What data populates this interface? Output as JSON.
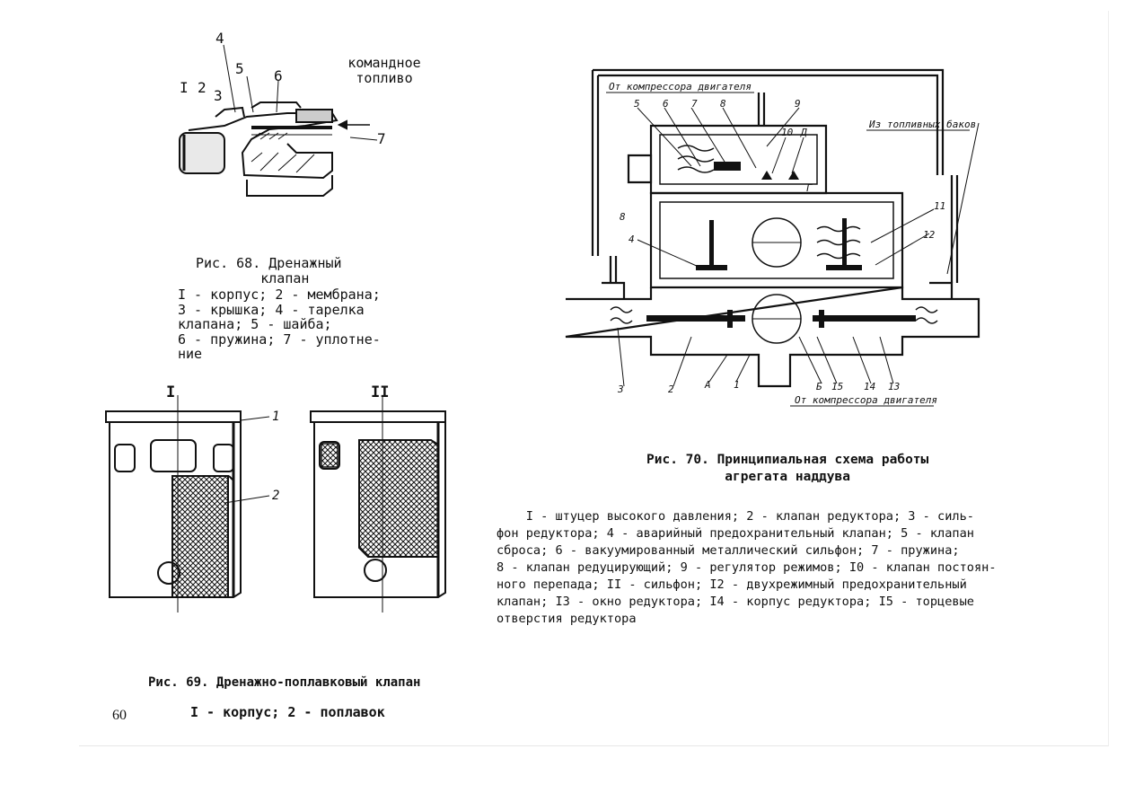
{
  "page_number": "60",
  "fig68": {
    "callouts": [
      "I",
      "2",
      "3",
      "4",
      "5",
      "6",
      "7"
    ],
    "side_label": "командное\nтопливо",
    "caption_title": "Рис. 68. Дренажный\n        клапан",
    "legend": "I - корпус; 2 - мембрана;\n3 - крышка; 4 - тарелка\nклапана; 5 - шайба;\n6 - пружина; 7 - уплотне-\nние"
  },
  "fig69": {
    "view_labels": [
      "I",
      "II"
    ],
    "callouts": [
      "1",
      "2"
    ],
    "caption_title": "Рис. 69. Дренажно-поплавковый клапан",
    "legend": "I - корпус; 2 - поплавок"
  },
  "fig70": {
    "labels": {
      "from_compressor_top": "От компрессора двигателя",
      "from_fuel_tanks": "Из топливных баков",
      "from_compressor_bottom": "От компрессора двигателя"
    },
    "callouts": [
      "5",
      "6",
      "7",
      "8",
      "9",
      "10",
      "Д",
      "Г",
      "8",
      "11",
      "4",
      "12",
      "3",
      "2",
      "А",
      "1",
      "Б",
      "15",
      "14",
      "13"
    ],
    "caption_title": "Рис. 70. Принципиальная схема работы\n          агрегата наддува",
    "legend": "    I - штуцер высокого давления; 2 - клапан редуктора; 3 - силь-\nфон редуктора; 4 - аварийный предохранительный клапан; 5 - клапан\nсброса; 6 - вакуумированный металлический сильфон; 7 - пружина;\n8 - клапан редуцирующий; 9 - регулятор режимов; I0 - клапан постоян-\nного перепада; II - сильфон; I2 - двухрежимный предохранительный\nклапан; I3 - окно редуктора; I4 - корпус редуктора; I5 - торцевые\nотверстия редуктора"
  }
}
